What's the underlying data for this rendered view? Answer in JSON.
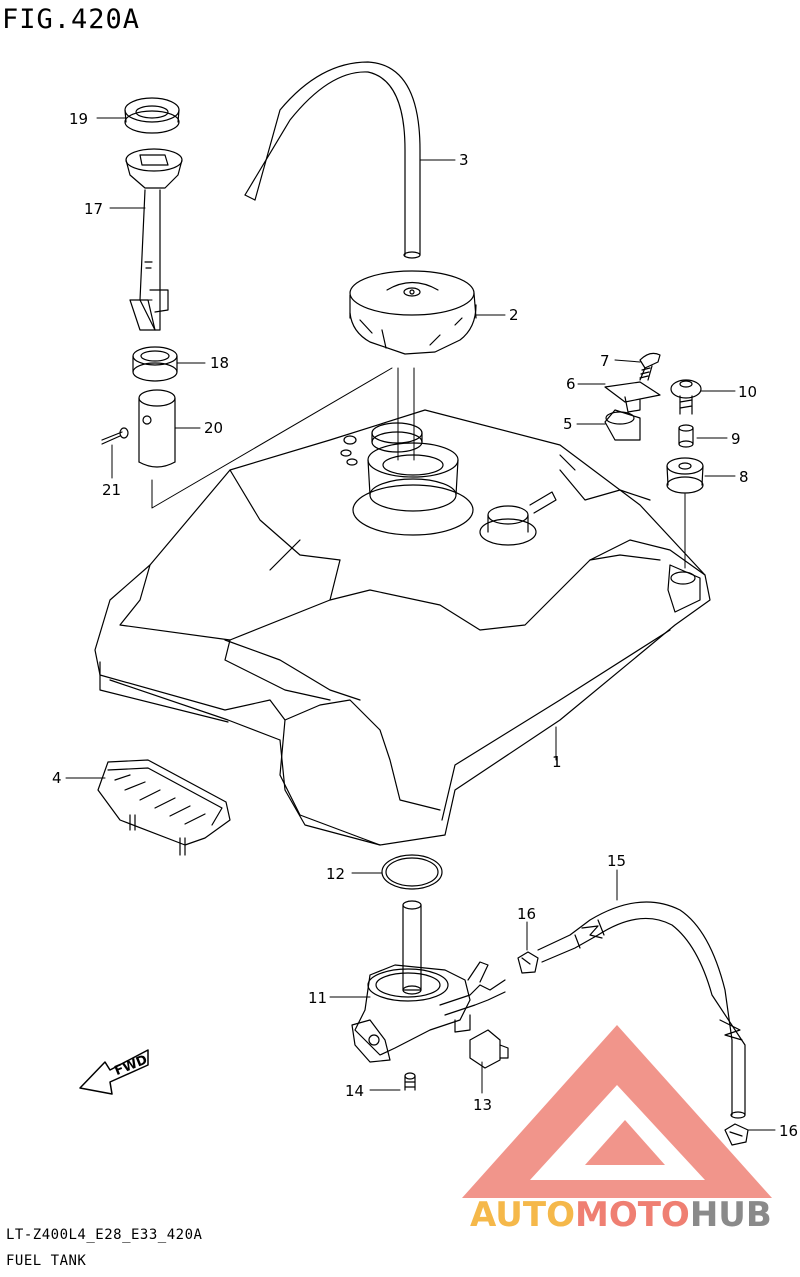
{
  "figure": {
    "title": "FIG.420A"
  },
  "footer": {
    "model_code": "LT-Z400L4_E28_E33_420A",
    "section_name": "FUEL TANK"
  },
  "forward_marker": {
    "label": "FWD",
    "icon": "forward-arrow-icon"
  },
  "watermark": {
    "brand_part1": "AUTO",
    "brand_part2": "MOTO",
    "brand_part3": "HUB",
    "colors": {
      "triangle": "#f08a7e",
      "auto": "#f5b84a",
      "moto": "#ef7f72",
      "hub": "#8a8a8a"
    }
  },
  "parts": [
    {
      "number": "1"
    },
    {
      "number": "2"
    },
    {
      "number": "3"
    },
    {
      "number": "4"
    },
    {
      "number": "5"
    },
    {
      "number": "6"
    },
    {
      "number": "7"
    },
    {
      "number": "8"
    },
    {
      "number": "9"
    },
    {
      "number": "10"
    },
    {
      "number": "11"
    },
    {
      "number": "12"
    },
    {
      "number": "13"
    },
    {
      "number": "14"
    },
    {
      "number": "15"
    },
    {
      "number": "16"
    },
    {
      "number": "16"
    },
    {
      "number": "17"
    },
    {
      "number": "18"
    },
    {
      "number": "19"
    },
    {
      "number": "20"
    },
    {
      "number": "21"
    }
  ]
}
